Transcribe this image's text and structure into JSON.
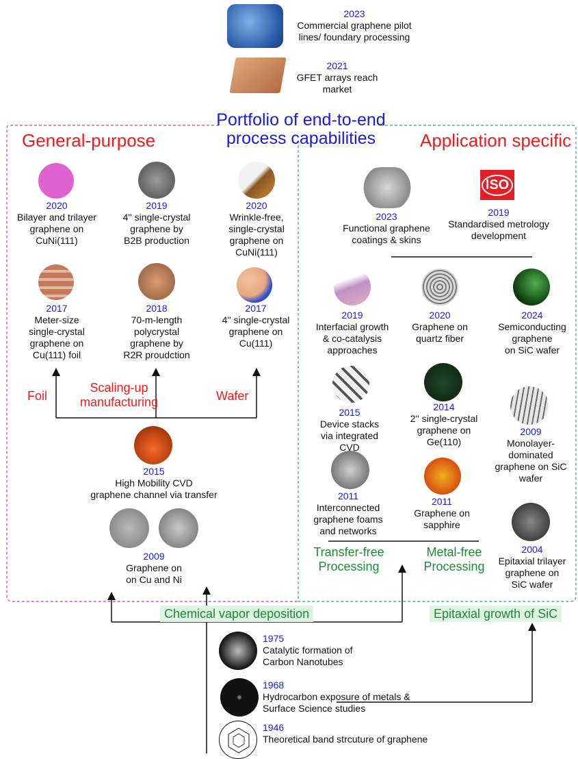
{
  "top": {
    "y2023": "2023",
    "y2023_label": "Commercial graphene pilot\nlines/ foundary processing",
    "y2021": "2021",
    "y2021_label": "GFET arrays reach\nmarket"
  },
  "portfolio_title": "Portfolio of end-to-end\nprocess capabilities",
  "general_title": "General-purpose",
  "app_title": "Application specific",
  "general": {
    "g2020a_year": "2020",
    "g2020a_label": "Bilayer and trilayer\ngraphene on\nCuNi(111)",
    "g2019_year": "2019",
    "g2019_label": "4'' single-crystal\ngraphene by\nB2B production",
    "g2020b_year": "2020",
    "g2020b_label": "Wrinkle-free,\nsingle-crystal\ngraphene on\nCuNi(111)",
    "g2017a_year": "2017",
    "g2017a_label": "Meter-size\nsingle-crystal\ngraphene on\nCu(111) foil",
    "g2018_year": "2018",
    "g2018_label": "70-m-length\npolycrystal\ngraphene by\nR2R proudction",
    "g2017b_year": "2017",
    "g2017b_label": "4'' single-crystal\ngraphene on\nCu(111)",
    "foil": "Foil",
    "scaling": "Scaling-up\nmanufacturing",
    "wafer": "Wafer",
    "g2015_year": "2015",
    "g2015_label": "High Mobility CVD\ngraphene channel via transfer",
    "g2009_year": "2009",
    "g2009_label": "Graphene on\non Cu and Ni"
  },
  "app": {
    "a2023_year": "2023",
    "a2023_label": "Functional graphene\ncoatings & skins",
    "a2019_year": "2019",
    "a2019_label": "Standardised metrology\ndevelopment",
    "iso_text": "ISO",
    "b2019_year": "2019",
    "b2019_label": "Interfacial growth\n& co-catalysis\napproaches",
    "b2020_year": "2020",
    "b2020_label": "Graphene on\nquartz fiber",
    "b2024_year": "2024",
    "b2024_label": "Semiconducting\ngraphene\non SiC wafer",
    "c2015_year": "2015",
    "c2015_label": "Device stacks\nvia integrated\nCVD",
    "c2014_year": "2014",
    "c2014_label": "2'' single-crystal\ngraphene on\nGe(110)",
    "c2009_year": "2009",
    "c2009_label": "Monolayer-\ndominated\ngraphene on SiC\nwafer",
    "d2011a_year": "2011",
    "d2011a_label": "Interconnected\ngraphene foams\nand networks",
    "d2011b_year": "2011",
    "d2011b_label": "Graphene on\nsapphire",
    "d2004_year": "2004",
    "d2004_label": "Epitaxial trilayer\ngraphene on\nSiC wafer",
    "transfer_free": "Transfer-free\nProcessing",
    "metal_free": "Metal-free\nProcessing"
  },
  "cvd_tag": "Chemical vapor deposition",
  "sic_tag": "Epitaxial growth of SiC",
  "bottom": {
    "y1975": "1975",
    "y1975_label": "Catalytic formation of\nCarbon Nanotubes",
    "y1968": "1968",
    "y1968_label": "Hydrocarbon exposure of metals &\nSurface Science studies",
    "y1946": "1946",
    "y1946_label": "Theoretical band strcuture of graphene"
  },
  "colors": {
    "year_blue": "#1a1ae0",
    "red": "#ee1c1c",
    "green": "#1e8b32",
    "tag_bg": "#dff3e4",
    "left_border": "#c040c0",
    "right_border": "#30a070"
  }
}
